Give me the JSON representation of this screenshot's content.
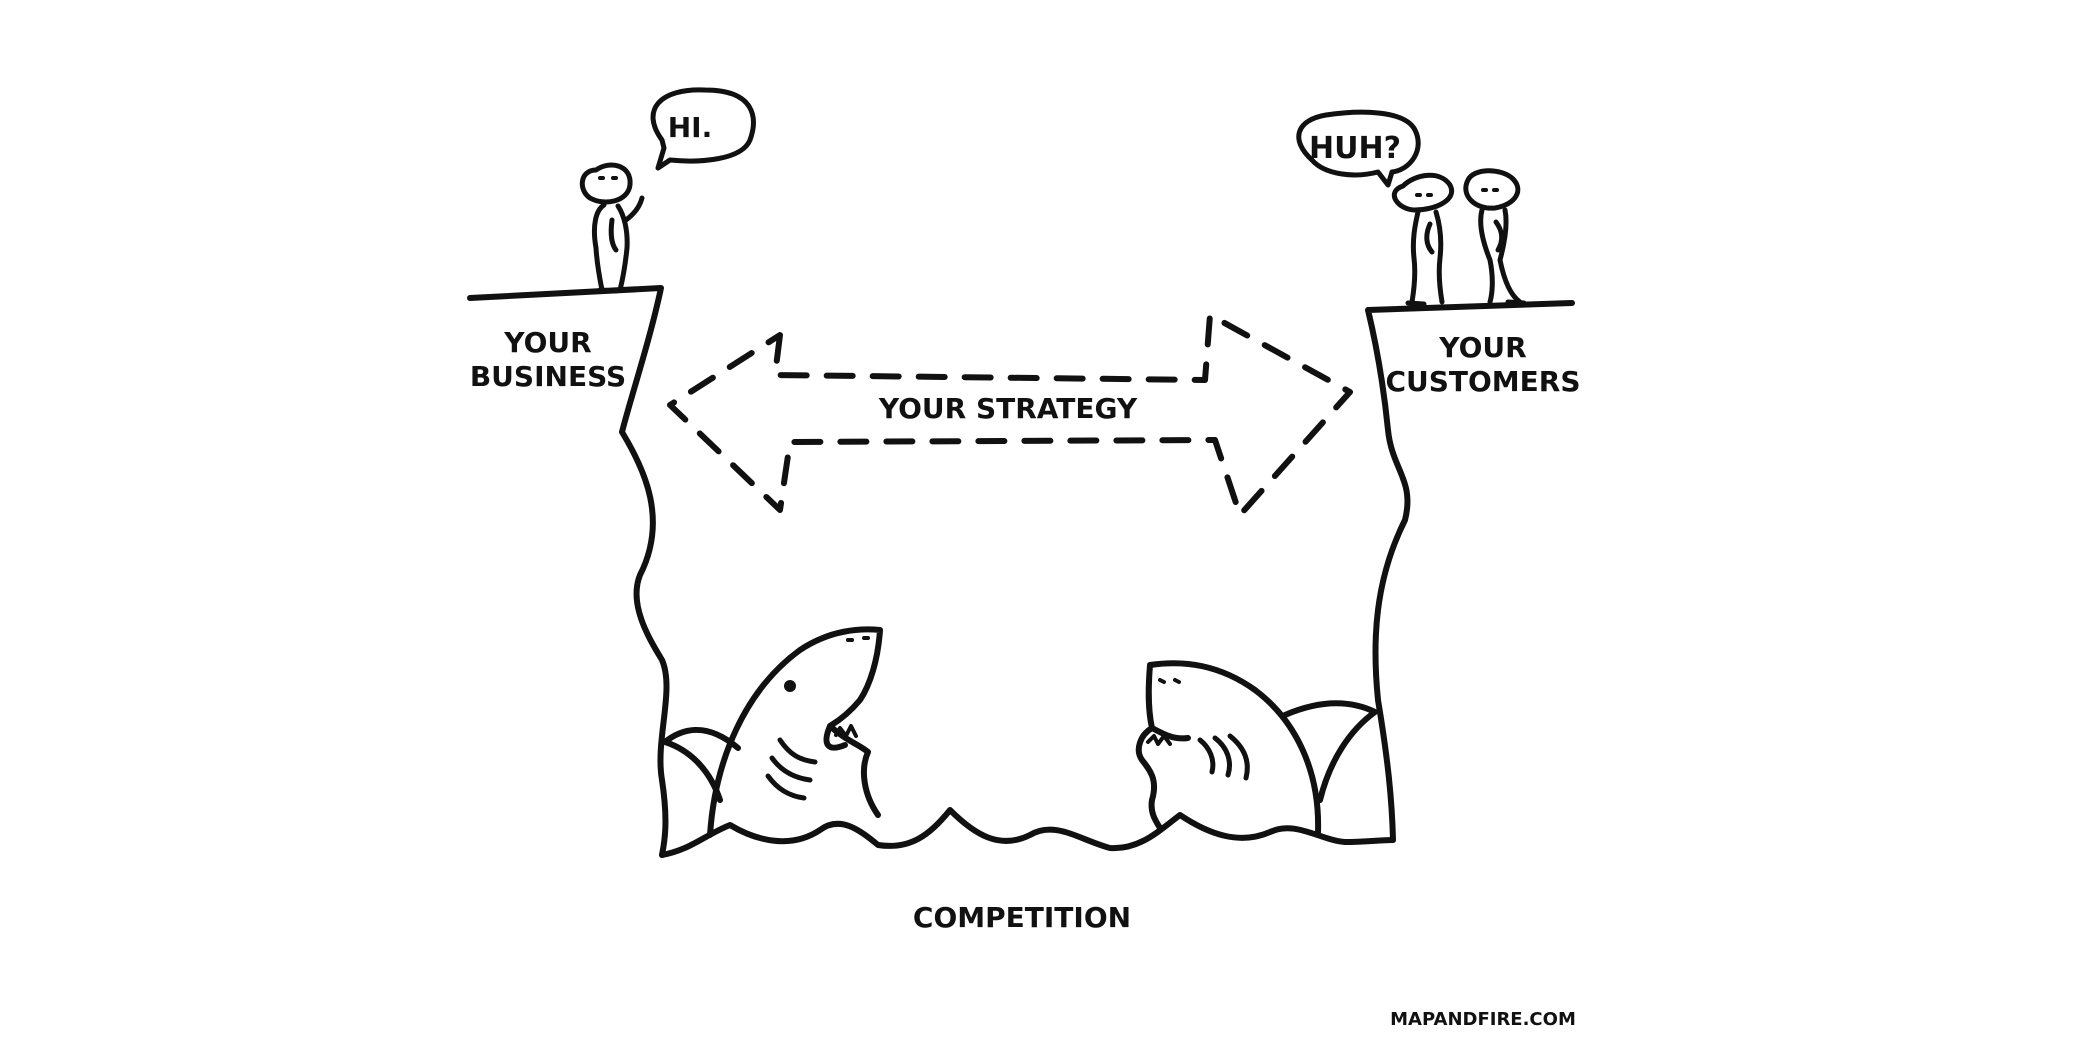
{
  "speech": {
    "business_says": "HI.",
    "customers_say": "HUH?"
  },
  "labels": {
    "business_line1": "YOUR",
    "business_line2": "BUSINESS",
    "customers_line1": "YOUR",
    "customers_line2": "CUSTOMERS",
    "strategy": "YOUR STRATEGY",
    "competition": "COMPETITION"
  },
  "footer": {
    "credit": "MAPANDFIRE.COM"
  }
}
